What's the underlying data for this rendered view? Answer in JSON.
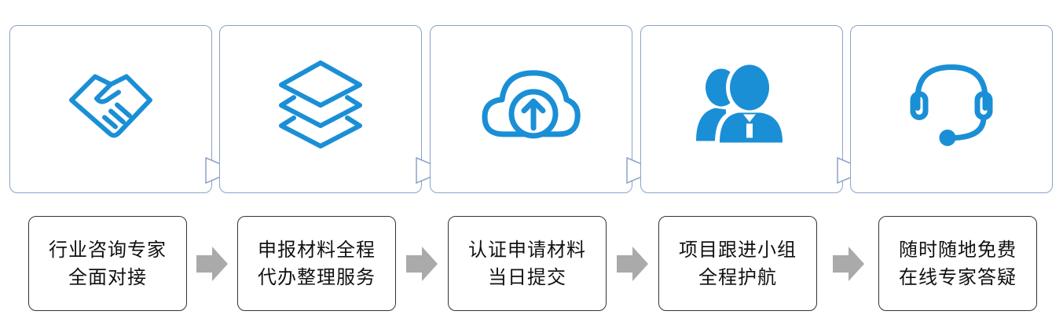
{
  "steps": [
    {
      "icon": "handshake-icon",
      "line1": "行业咨询专家",
      "line2": "全面对接"
    },
    {
      "icon": "layers-icon",
      "line1": "申报材料全程",
      "line2": "代办整理服务"
    },
    {
      "icon": "cloud-upload-icon",
      "line1": "认证申请材料",
      "line2": "当日提交"
    },
    {
      "icon": "team-users-icon",
      "line1": "项目跟进小组",
      "line2": "全程护航"
    },
    {
      "icon": "headset-icon",
      "line1": "随时随地免费",
      "line2": "在线专家答疑"
    }
  ],
  "colors": {
    "icon": "#1a8fd6",
    "card_border": "#8aa3c8",
    "arrow": "#aaaaaa",
    "label_border": "#333333"
  }
}
